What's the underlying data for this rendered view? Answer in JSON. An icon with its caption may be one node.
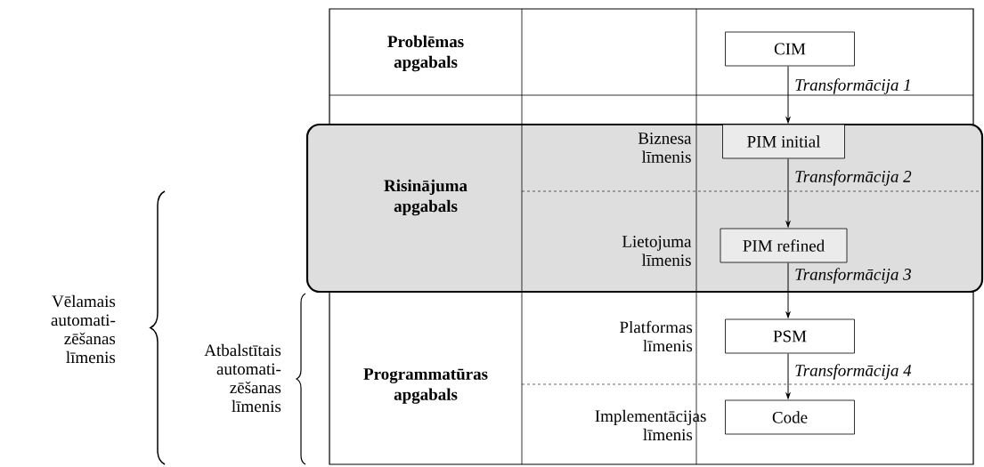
{
  "diagram": {
    "nodes": [
      {
        "text": [
          "CIM"
        ]
      },
      {
        "text": [
          "Risinājuma apgabals",
          "Biznesa līmenis",
          "Lietojuma līmenis"
        ]
      },
      {
        "text": [
          "PIM initial"
        ],
        "in": 1
      },
      {
        "text": [
          "PIM refined"
        ],
        "in": 1
      },
      {
        "text": [
          "PSM"
        ]
      },
      {
        "text": [
          "Code"
        ]
      }
    ],
    "edges": [
      {
        "from": 0,
        "to": 2,
        "arrow": "to",
        "label": "Transformācija 1"
      },
      {
        "from": 2,
        "to": 3,
        "arrow": "to",
        "label": "Transformācija 2"
      },
      {
        "from": 3,
        "to": 4,
        "arrow": "to",
        "label": "Transformācija 3"
      },
      {
        "from": 4,
        "to": 5,
        "arrow": "to",
        "label": "Transformācija 4"
      }
    ],
    "labels": [
      "Problēmas apgabals",
      "Vēlamais automati- zēšanas līmenis",
      "Atbalstītais automati- zēšanas līmenis",
      "Platformas līmenis",
      "Programmatūras apgabals",
      "Implementācijas līmenis"
    ]
  }
}
